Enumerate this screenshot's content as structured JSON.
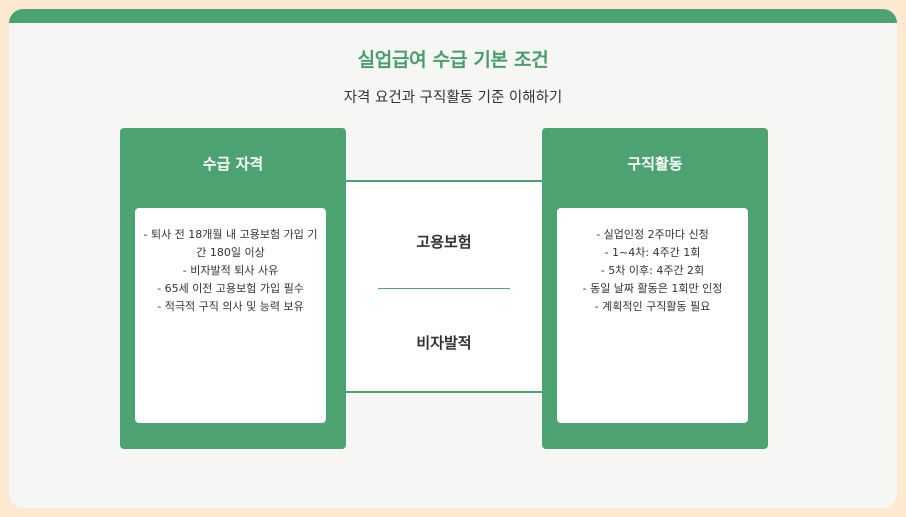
{
  "title": "실업급여 수급 기본 조건",
  "subtitle": "자격 요건과 구직활동 기준 이해하기",
  "left_box": {
    "heading": "수급 자격",
    "items": [
      "- 퇴사 전 18개월 내 고용보험 가입 기간 180일 이상",
      "- 비자발적 퇴사 사유",
      "- 65세 이전 고용보험 가입 필수",
      "- 적극적 구직 의사 및 능력 보유"
    ]
  },
  "center": {
    "top_label": "고용보험",
    "bottom_label": "비자발적"
  },
  "right_box": {
    "heading": "구직활동",
    "items": [
      "- 실업인정 2주마다 신청",
      "- 1~4차: 4주간 1회",
      "- 5차 이후: 4주간 2회",
      "- 동일 날짜 활동은 1회만 인정",
      "- 계획적인 구직활동 필요"
    ]
  },
  "colors": {
    "accent": "#4ca371",
    "background": "#fde9cf",
    "card": "#f6f6f5"
  }
}
